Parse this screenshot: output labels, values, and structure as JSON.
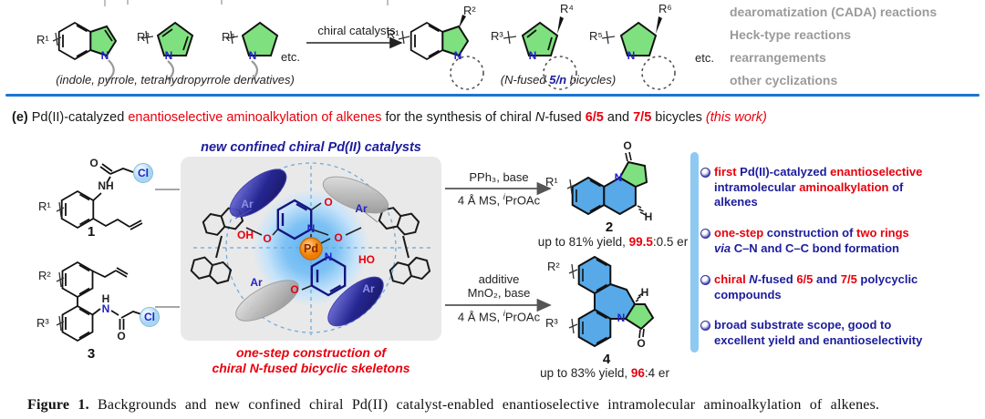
{
  "top": {
    "substrates": {
      "r1": "R¹",
      "r3": "R³",
      "r5": "R⁵",
      "caption": "(indole, pyrrole, tetrahydropyrrole derivatives)",
      "etc": "etc."
    },
    "arrow_label": "chiral catalysts",
    "products": {
      "r1": "R¹",
      "r2": "R²",
      "r3": "R³",
      "r4": "R⁴",
      "r5": "R⁵",
      "r6": "R⁶",
      "etc": "etc.",
      "caption": [
        {
          "t": "("
        },
        {
          "t": "N-fused "
        },
        {
          "t": "5/n",
          "c": "navy b"
        },
        {
          "t": " bicycles)"
        }
      ]
    },
    "reactions": [
      "dearomatization (CADA) reactions",
      "Heck-type reactions",
      "rearrangements",
      "other cyclizations"
    ]
  },
  "section_e": [
    {
      "t": "(e) ",
      "c": "b"
    },
    {
      "t": "Pd(II)-catalyzed "
    },
    {
      "t": "enantioselective aminoalkylation of alkenes",
      "c": "red"
    },
    {
      "t": " for the synthesis of chiral "
    },
    {
      "t": "N",
      "c": "i"
    },
    {
      "t": "-fused "
    },
    {
      "t": "6/5",
      "c": "red b"
    },
    {
      "t": " and "
    },
    {
      "t": "7/5",
      "c": "red b"
    },
    {
      "t": " bicycles "
    },
    {
      "t": "(this work)",
      "c": "red i"
    }
  ],
  "scheme": {
    "compound1": "1",
    "compound2": "2",
    "compound3": "3",
    "compound4": "4",
    "catalyst_title": "new confined chiral Pd(II) catalysts",
    "catalyst_caption": "one-step construction of\nchiral N-fused bicyclic skeletons",
    "conditions_top": {
      "line1": "PPh₃, base"
    },
    "conditions_bottom": {
      "line1": "additive",
      "line2": "MnO₂, base"
    },
    "ms": [
      {
        "t": "4 Å MS, "
      },
      {
        "t": "i",
        "c": "i sup"
      },
      {
        "t": "PrOAc"
      }
    ],
    "yield2": [
      {
        "t": "up to 81% yield, "
      },
      {
        "t": "99.5",
        "c": "red b"
      },
      {
        "t": ":0.5 er"
      }
    ],
    "yield4": [
      {
        "t": "up to 83% yield, "
      },
      {
        "t": "96",
        "c": "red b"
      },
      {
        "t": ":4 er"
      }
    ],
    "labels": {
      "r1": "R¹",
      "r2": "R²",
      "r3": "R³"
    }
  },
  "atoms": {
    "N": "N",
    "NH": "NH",
    "H": "H",
    "O": "O",
    "OH": "OH",
    "HO": "HO",
    "Cl": "Cl",
    "Pd": "Pd",
    "Ar": "Ar"
  },
  "bullets": [
    [
      {
        "t": "first ",
        "c": "red"
      },
      {
        "t": "Pd(II)-catalyzed ",
        "c": "navy"
      },
      {
        "t": "enantioselective",
        "c": "red"
      },
      {
        "t": "\nintramolecular ",
        "c": "navy"
      },
      {
        "t": "aminoalkylation ",
        "c": "red"
      },
      {
        "t": "of\nalkenes",
        "c": "navy"
      }
    ],
    [
      {
        "t": "one-step ",
        "c": "red"
      },
      {
        "t": "construction of ",
        "c": "navy"
      },
      {
        "t": "two rings",
        "c": "red"
      },
      {
        "t": "\n"
      },
      {
        "t": "via",
        "c": "navy i"
      },
      {
        "t": " C–N and C–C bond formation",
        "c": "navy"
      }
    ],
    [
      {
        "t": "chiral ",
        "c": "red"
      },
      {
        "t": "N",
        "c": "navy i"
      },
      {
        "t": "-fused ",
        "c": "navy"
      },
      {
        "t": "6/5",
        "c": "red"
      },
      {
        "t": " and ",
        "c": "navy"
      },
      {
        "t": "7/5",
        "c": "red"
      },
      {
        "t": " polycyclic\ncompounds",
        "c": "navy"
      }
    ],
    [
      {
        "t": "broad substrate scope, good to\nexcellent yield and enantioselectivity",
        "c": "navy"
      }
    ]
  ],
  "caption": [
    {
      "t": "Figure 1.",
      "c": "b"
    },
    {
      "t": " Backgrounds and new confined chiral Pd(II) catalyst-enabled enantioselective intramolecular aminoalkylation of alkenes."
    }
  ]
}
